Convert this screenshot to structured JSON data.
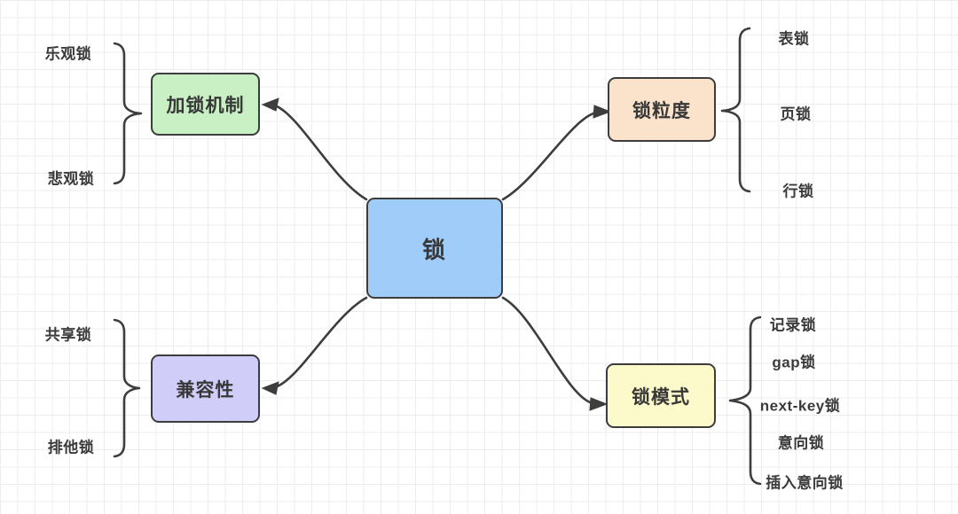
{
  "diagram": {
    "title": "锁",
    "center": {
      "label": "锁",
      "color": "#9fccf8"
    },
    "branches": [
      {
        "id": "locking-mechanism",
        "label": "加锁机制",
        "color": "#c9efc5",
        "position": "top-left",
        "children": [
          "乐观锁",
          "悲观锁"
        ]
      },
      {
        "id": "lock-granularity",
        "label": "锁粒度",
        "color": "#fbe3cb",
        "position": "top-right",
        "children": [
          "表锁",
          "页锁",
          "行锁"
        ]
      },
      {
        "id": "compatibility",
        "label": "兼容性",
        "color": "#d0cef8",
        "position": "bottom-left",
        "children": [
          "共享锁",
          "排他锁"
        ]
      },
      {
        "id": "lock-mode",
        "label": "锁模式",
        "color": "#fcfacb",
        "position": "bottom-right",
        "children": [
          "记录锁",
          "gap锁",
          "next-key锁",
          "意向锁",
          "插入意向锁"
        ]
      }
    ],
    "line_color": "#3d3d3d",
    "background_grid_color": "#ededf0"
  }
}
